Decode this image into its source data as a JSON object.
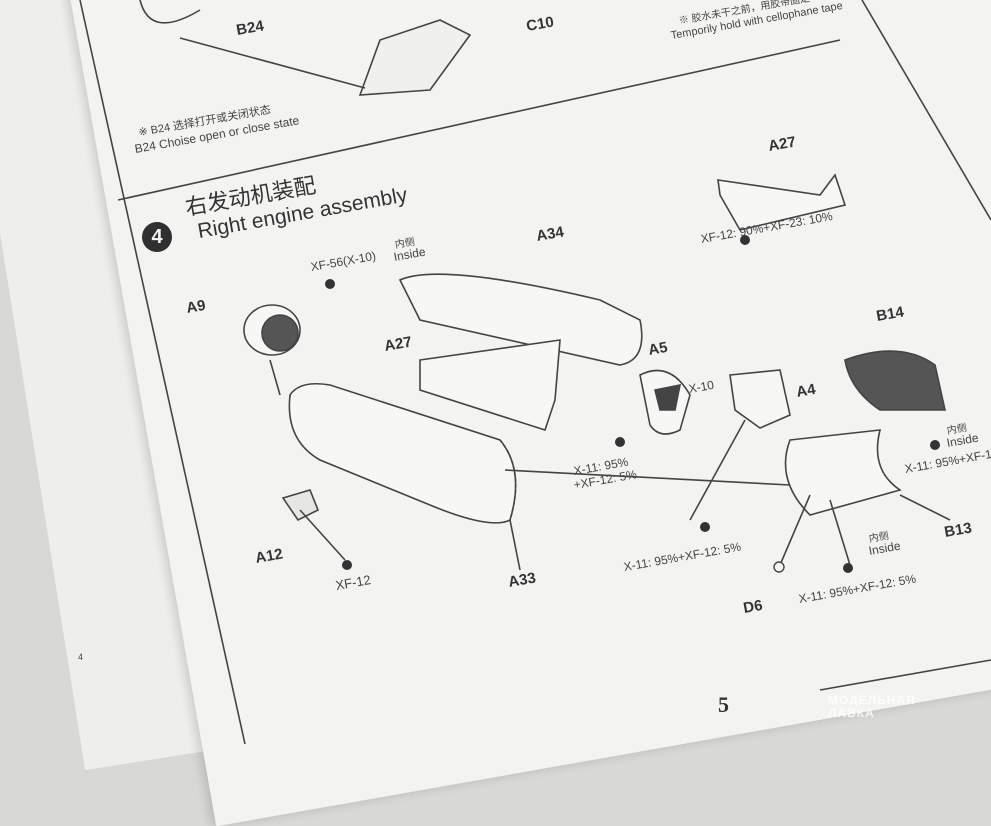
{
  "top_section": {
    "labels": {
      "b24": "B24",
      "c10": "C10"
    },
    "tape_note_zh": "※ 胶水未干之前，用胶带固定",
    "tape_note_en": "Temporily hold with cellophane tape",
    "b24_note_zh": "※ B24 选择打开或关闭状态",
    "b24_note_en": "B24 Choise open or close state"
  },
  "step": {
    "number": "4",
    "title_zh": "右发动机装配",
    "title_en": "Right engine assembly"
  },
  "parts": {
    "a27_top": "A27",
    "a34": "A34",
    "a9": "A9",
    "a27": "A27",
    "a5": "A5",
    "a4": "A4",
    "b14": "B14",
    "a12": "A12",
    "a33": "A33",
    "b13": "B13",
    "d6": "D6"
  },
  "paints": {
    "a27_color": "XF-12: 90%+XF-23: 10%",
    "a9_color": "XF-56(X-10)",
    "a9_inside_zh": "内侧",
    "a9_inside_en": "Inside",
    "a5_x10": "X-10",
    "a5_mix_line1": "X-11: 95%",
    "a5_mix_line2": "+XF-12: 5%",
    "a4_mix": "X-11: 95%+XF-12: 5%",
    "b14_inside_zh": "内侧",
    "b14_inside_en": "Inside",
    "b14_mix": "X-11: 95%+XF-1",
    "b13_inside_zh": "内侧",
    "b13_inside_en": "Inside",
    "b13_mix": "X-11: 95%+XF-12: 5%",
    "a12_color": "XF-12"
  },
  "footer": {
    "page_number": "5",
    "left_page_marker": "4",
    "watermark_line1": "МОДЕЛЬНАЯ",
    "watermark_line2": "ЛАВКА"
  }
}
